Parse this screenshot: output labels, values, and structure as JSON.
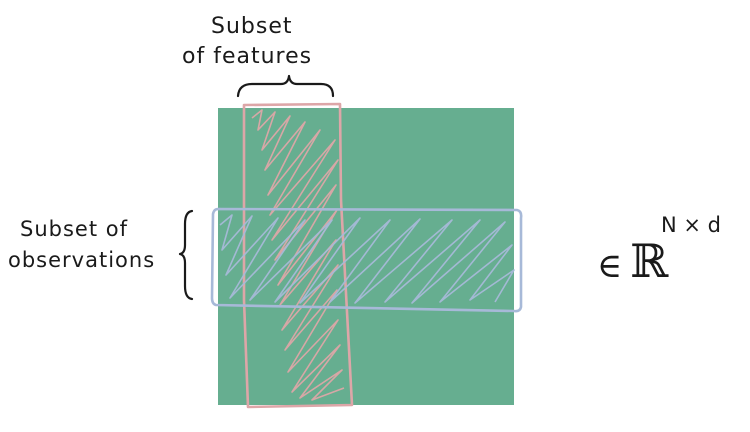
{
  "labels": {
    "features_line1": "Subset",
    "features_line2": "of features",
    "observations_line1": "Subset of",
    "observations_line2": "observations",
    "membership_symbol": "∈",
    "real_set_symbol": "ℝ",
    "dimension_exponent": "N × d"
  },
  "colors": {
    "matrix_fill": "#66ae90",
    "feature_band_stroke": "#dda6a8",
    "observation_band_stroke": "#a7b9d8",
    "ink": "#1a1a1a"
  }
}
